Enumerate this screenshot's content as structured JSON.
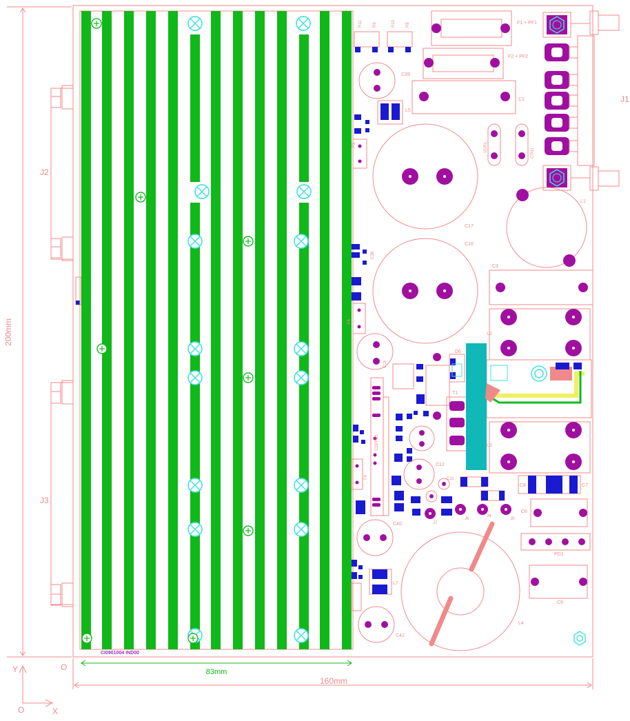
{
  "colors": {
    "outline": "#f08a8a",
    "heatsink": "#10b81a",
    "pad": "#a010a0",
    "smd": "#1a1ad0",
    "mark": "#40e0e0",
    "silk": "#9a30c8",
    "bar": "#10b8b8",
    "yellow": "#f0f060"
  },
  "dimensions": {
    "height": "200mm",
    "width": "160mm",
    "heatsink_width": "83mm"
  },
  "axes": {
    "origin": "O",
    "x": "X",
    "y": "Y"
  },
  "board_code": "CI0901004 IND00",
  "connectors": {
    "j1": "J1",
    "j2": "J2",
    "j3": "J3"
  },
  "labels": {
    "f1": "F1 + PF1",
    "f2": "F2 + PF2",
    "c1": "C1",
    "c39": "C39",
    "l5": "L5",
    "vdr1": "VDR1",
    "ctn1": "CTN1",
    "c17": "C17",
    "c16": "C16",
    "l1": "L1",
    "c3": "C3",
    "l2": "L2",
    "l3": "L3",
    "t1": "T1",
    "d6": "D6",
    "c15": "C15",
    "c12": "C12",
    "c40": "C40",
    "c41": "C41",
    "c8": "C8",
    "c7": "C7",
    "c6": "C6",
    "pd1": "PD1",
    "c9": "C9",
    "l4": "L4",
    "l7": "L7",
    "j6": "J6",
    "j4": "J4",
    "j5": "J5",
    "j7": "J7",
    "f3": "F3",
    "f4": "F4",
    "f6": "F6",
    "r11": "R11",
    "r9": "R9",
    "r10": "R10",
    "r8": "R8",
    "cdpfc1": "CDPFC1",
    "c11": "C11",
    "c38": "C38"
  }
}
